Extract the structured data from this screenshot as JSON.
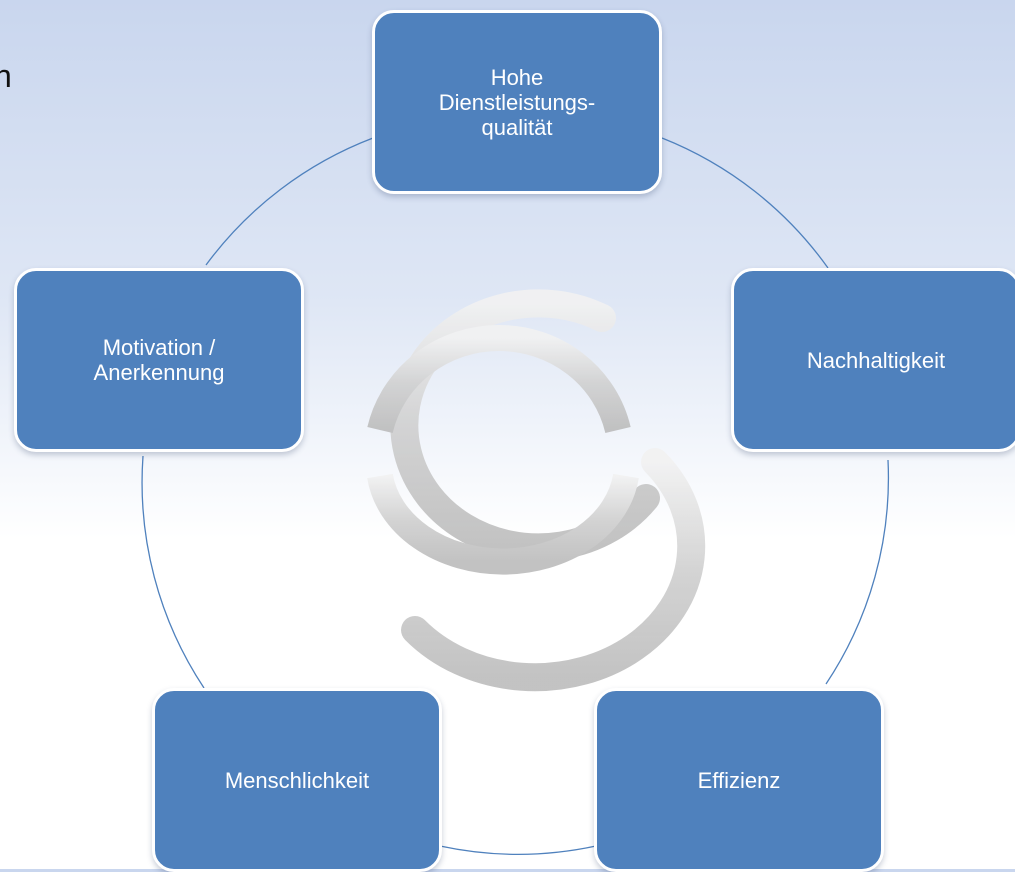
{
  "diagram": {
    "nodes": [
      {
        "id": "top",
        "label": "Hohe\nDienstleistungs-\nqualität"
      },
      {
        "id": "right",
        "label": "Nachhaltigkeit"
      },
      {
        "id": "bottom-right",
        "label": "Effizienz"
      },
      {
        "id": "bottom-left",
        "label": "Menschlichkeit"
      },
      {
        "id": "left",
        "label": "Motivation /\nAnerkennung"
      }
    ],
    "edge_fragments": [
      "n",
      "."
    ],
    "colors": {
      "node_fill": "#4f81bd",
      "node_border": "#ffffff",
      "connector": "#4f81bd",
      "logo": "#c8c8c8"
    },
    "logo_icon": "es-monogram-logo-icon"
  }
}
